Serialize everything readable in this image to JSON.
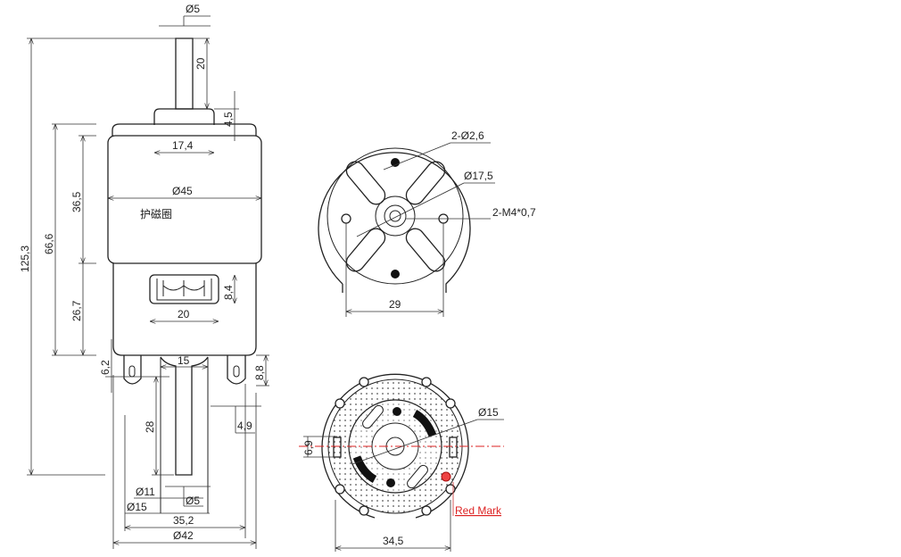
{
  "side_view": {
    "shaft_diameter_front": "Ø5",
    "shaft_length_front": "20",
    "boss_height": "4,5",
    "boss_diameter": "17,4",
    "body_diameter": "Ø45",
    "magnet_ring_label": "护磁圈",
    "total_length": "125,3",
    "body_length": "66,6",
    "can_length": "36,5",
    "end_cap_length": "26,7",
    "terminal_height": "8,4",
    "terminal_window_width": "20",
    "rear_boss_diameter": "15",
    "terminal_offset": "6,2",
    "terminal_length": "8,8",
    "rear_shaft_length": "28",
    "terminal_thickness": "4,9",
    "rear_d11": "Ø11",
    "rear_d5": "Ø5",
    "rear_d15": "Ø15",
    "terminal_spacing": "35,2",
    "end_cap_diameter": "Ø42"
  },
  "front_view": {
    "vent_holes": "2-Ø2,6",
    "boss_diameter": "Ø17,5",
    "mount_holes": "2-M4*0,7",
    "hole_spacing": "29"
  },
  "rear_view": {
    "bearing_diameter": "Ø15",
    "terminal_width": "6,9",
    "red_mark_label": "Red Mark",
    "width": "34,5"
  },
  "colors": {
    "line": "#222222",
    "red_mark": "#dd2222"
  }
}
